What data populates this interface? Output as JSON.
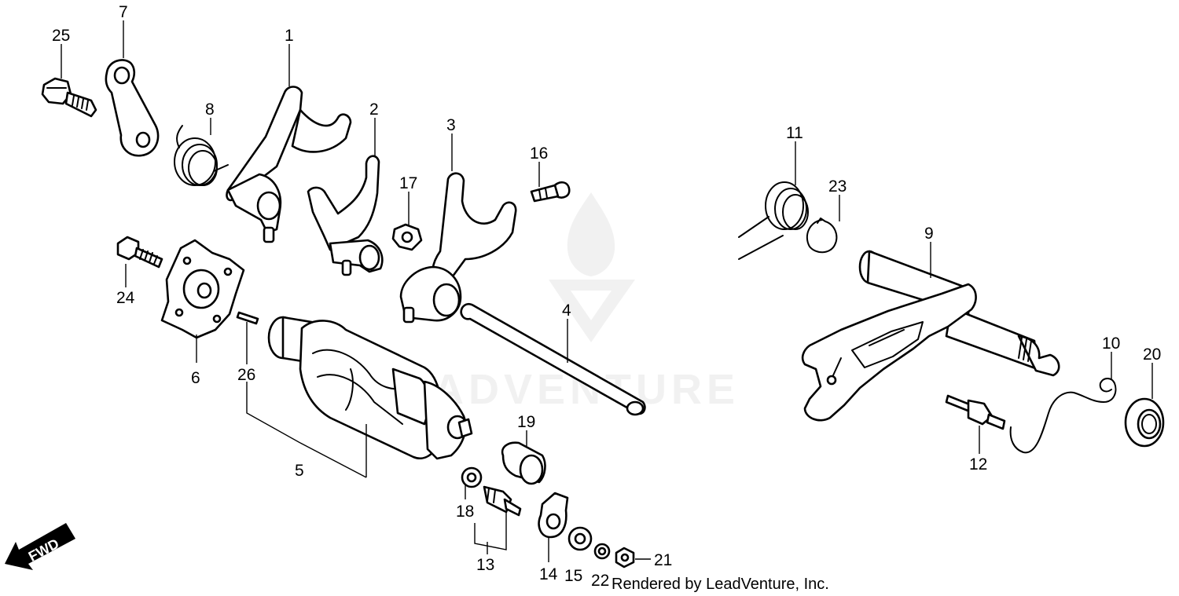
{
  "diagram": {
    "callouts": {
      "c1": "1",
      "c2": "2",
      "c3": "3",
      "c4": "4",
      "c5": "5",
      "c6": "6",
      "c7": "7",
      "c8": "8",
      "c9": "9",
      "c10": "10",
      "c11": "11",
      "c12": "12",
      "c13": "13",
      "c14": "14",
      "c15": "15",
      "c16": "16",
      "c17": "17",
      "c18": "18",
      "c19": "19",
      "c20": "20",
      "c21": "21",
      "c22": "22",
      "c23": "23",
      "c24": "24",
      "c25": "25",
      "c26": "26"
    },
    "direction_label": "FWD",
    "credit": "Rendered by LeadVenture, Inc.",
    "watermark_text": "LEADVENTURE",
    "colors": {
      "line": "#000000",
      "background": "#ffffff",
      "watermark": "#e6e6e6"
    }
  }
}
